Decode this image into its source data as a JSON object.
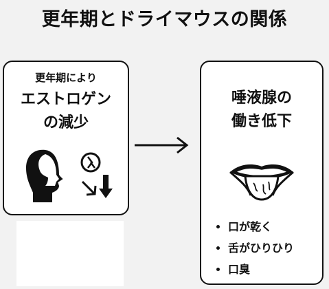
{
  "title": "更年期とドライマウスの関係",
  "left_box": {
    "subtitle": "更年期により",
    "line1": "エストロゲン",
    "line2": "の減少"
  },
  "right_box": {
    "line1": "唾液腺の",
    "line2": "働き低下",
    "symptoms": [
      "口が乾く",
      "舌がひりひり",
      "口臭"
    ]
  },
  "icons": [
    "woman-head-icon",
    "estrogen-symbol-icon",
    "decrease-arrow-icon",
    "down-arrow-icon",
    "right-arrow",
    "mouth-tongue-icon"
  ]
}
